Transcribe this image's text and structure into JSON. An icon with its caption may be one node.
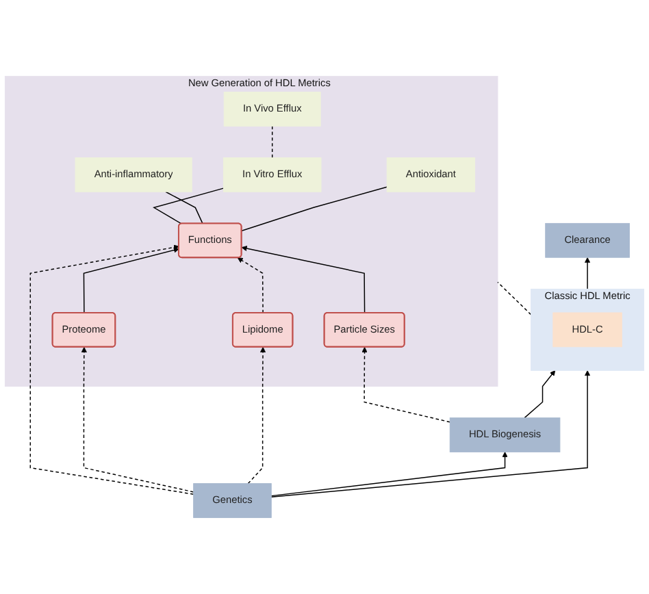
{
  "diagram": {
    "nodes": [
      {
        "text": [
          "Clearance"
        ]
      },
      {
        "text": [
          "Classic HDL Metric"
        ]
      },
      {
        "text": [
          "HDL-C"
        ],
        "in": 1
      },
      {
        "text": [
          "New Generation of HDL Metrics"
        ]
      },
      {
        "text": [
          "In Vitro Efflux"
        ],
        "in": 3
      },
      {
        "text": [
          "In Vivo Efflux"
        ],
        "in": 3
      },
      {
        "text": [
          "Anti-inflammatory"
        ],
        "in": 3
      },
      {
        "text": [
          "Antioxidant"
        ],
        "in": 3
      },
      {
        "text": [
          "Functions"
        ],
        "in": 3
      },
      {
        "text": [
          "Particle Sizes"
        ],
        "in": 3
      },
      {
        "text": [
          "Proteome"
        ],
        "in": 3
      },
      {
        "text": [
          "Lipidome"
        ],
        "in": 3
      },
      {
        "text": [
          "HDL Biogenesis"
        ]
      },
      {
        "text": [
          "Genetics"
        ]
      }
    ],
    "edges": [
      {
        "from": 1,
        "to": 0,
        "arrow": "to"
      },
      {
        "from": 1,
        "to": 3,
        "arrow": "none",
        "style": "dashed"
      },
      {
        "from": 4,
        "to": 5,
        "arrow": "none",
        "style": "dashed"
      },
      {
        "from": 8,
        "to": 4,
        "arrow": "none"
      },
      {
        "from": 8,
        "to": 6,
        "arrow": "none"
      },
      {
        "from": 8,
        "to": 7,
        "arrow": "none"
      },
      {
        "from": 9,
        "to": 8,
        "arrow": "to"
      },
      {
        "from": 10,
        "to": 8,
        "arrow": "to"
      },
      {
        "from": 11,
        "to": 8,
        "arrow": "to",
        "style": "dashed"
      },
      {
        "from": 13,
        "to": 8,
        "arrow": "to",
        "style": "dashed"
      },
      {
        "from": 13,
        "to": 10,
        "arrow": "to",
        "style": "dashed"
      },
      {
        "from": 13,
        "to": 11,
        "arrow": "to",
        "style": "dashed"
      },
      {
        "from": 12,
        "to": 9,
        "arrow": "to",
        "style": "dashed"
      },
      {
        "from": 13,
        "to": 12,
        "arrow": "to"
      },
      {
        "from": 13,
        "to": 1,
        "arrow": "to"
      },
      {
        "from": 12,
        "to": 1,
        "arrow": "to"
      }
    ]
  }
}
